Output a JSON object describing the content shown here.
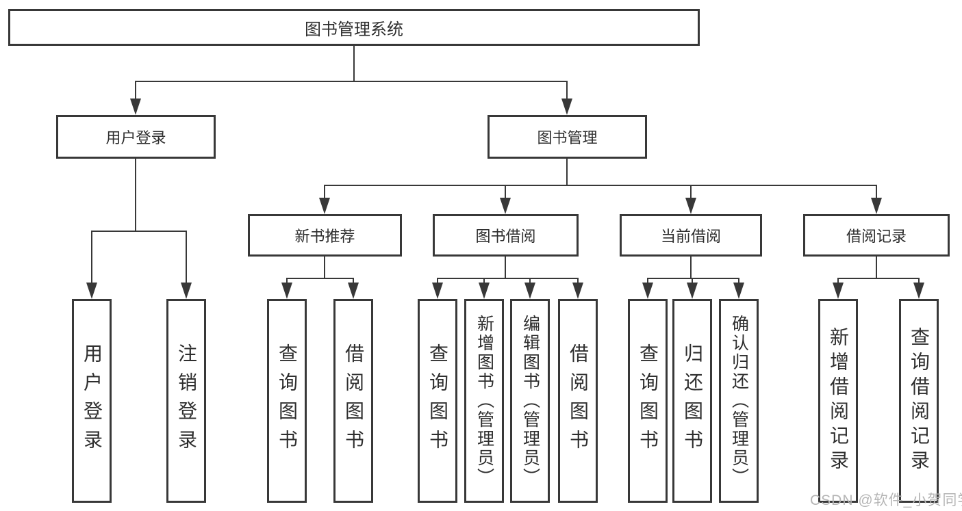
{
  "diagram": {
    "root": {
      "label": "图书管理系统",
      "children": [
        {
          "label": "用户登录",
          "children": [
            {
              "label": "用户登录"
            },
            {
              "label": "注销登录"
            }
          ]
        },
        {
          "label": "图书管理",
          "children": [
            {
              "label": "新书推荐",
              "children": [
                {
                  "label": "查询图书"
                },
                {
                  "label": "借阅图书"
                }
              ]
            },
            {
              "label": "图书借阅",
              "children": [
                {
                  "label": "查询图书"
                },
                {
                  "label": "新增图书（管理员）"
                },
                {
                  "label": "编辑图书（管理员）"
                },
                {
                  "label": "借阅图书"
                }
              ]
            },
            {
              "label": "当前借阅",
              "children": [
                {
                  "label": "查询图书"
                },
                {
                  "label": "归还图书"
                },
                {
                  "label": "确认归还（管理员）"
                }
              ]
            },
            {
              "label": "借阅记录",
              "children": [
                {
                  "label": "新增借阅记录"
                },
                {
                  "label": "查询借阅记录"
                }
              ]
            }
          ]
        }
      ]
    }
  },
  "watermark": {
    "text": "CSDN @软件_小贺同学"
  },
  "colors": {
    "line": "#383838",
    "text": "#2e2e2e",
    "watermark": "#b5b5b5",
    "background": "#ffffff"
  }
}
